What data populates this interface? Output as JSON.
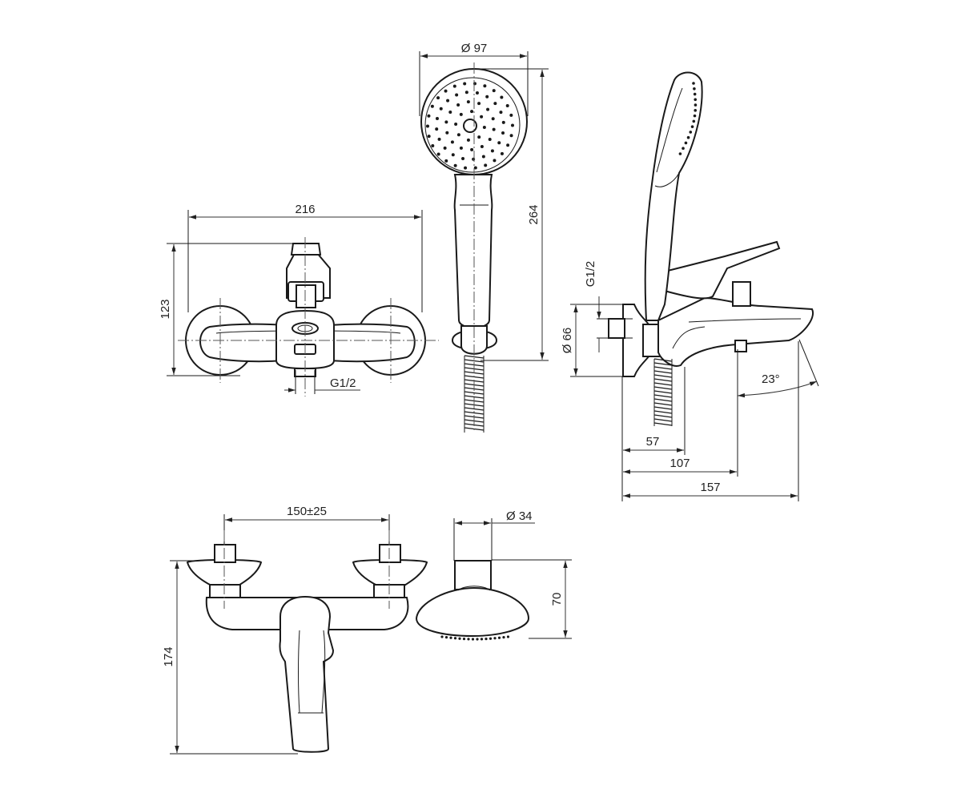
{
  "drawing": {
    "dimensions": {
      "front_width": "216",
      "front_height": "123",
      "front_outlet_thread": "G1/2",
      "head_diameter": "Ø 97",
      "shower_length": "264",
      "side_thread": "G1/2",
      "side_flange_diameter": "Ø 66",
      "spout_angle": "23°",
      "depth_57": "57",
      "depth_107": "107",
      "depth_157": "157",
      "inlet_spacing": "150±25",
      "total_height": "174",
      "head_profile_diameter": "Ø 34",
      "head_profile_height": "70"
    },
    "colors": {
      "line": "#1a1a1a",
      "background": "#ffffff"
    }
  }
}
